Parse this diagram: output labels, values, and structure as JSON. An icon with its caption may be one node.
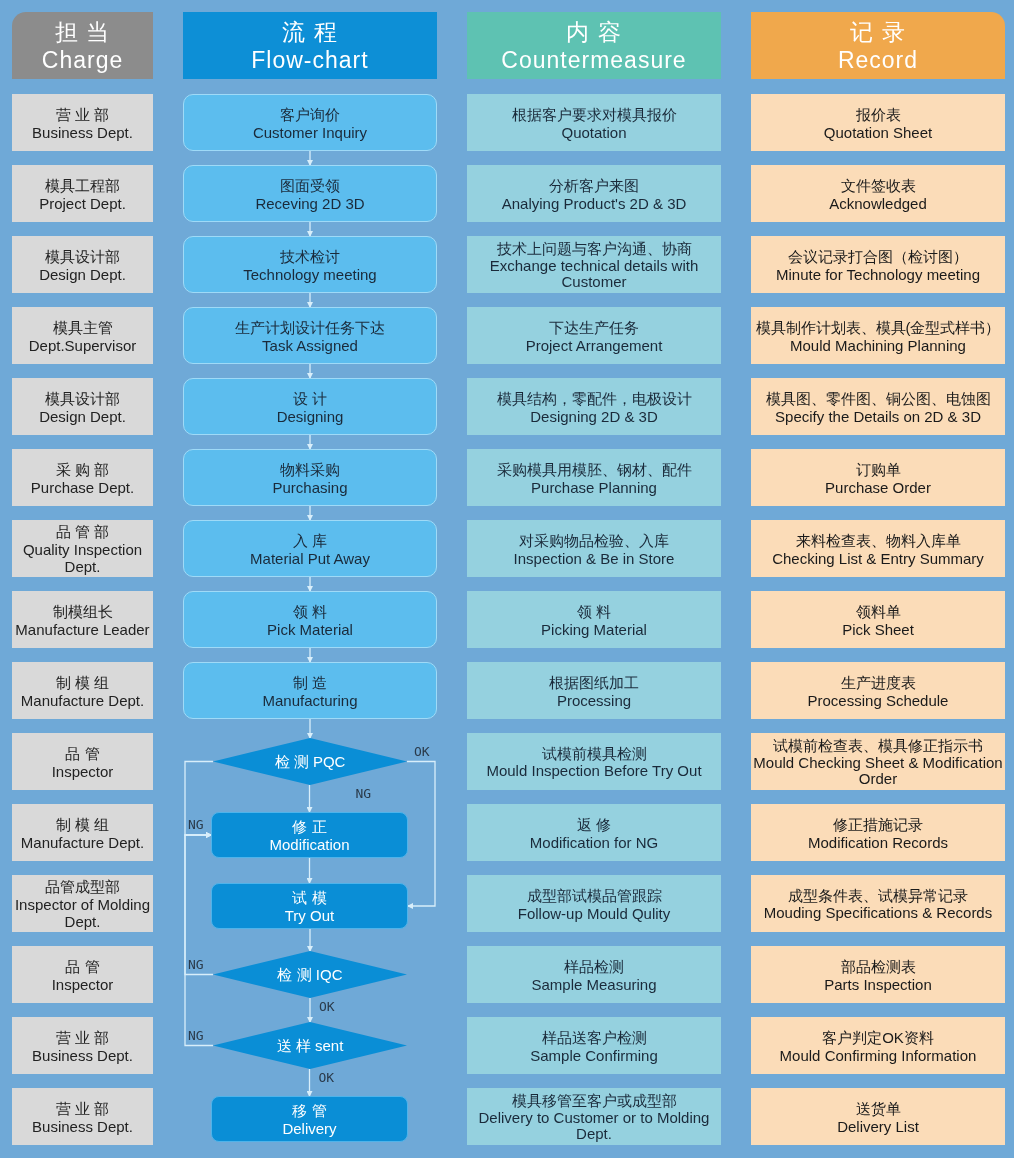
{
  "diagram": {
    "nodes": [
      {
        "text": [
          "担 当",
          "Charge"
        ]
      },
      {
        "text": [
          "流 程",
          "Flow-chart"
        ]
      },
      {
        "text": [
          "内 容",
          "Countermeasure"
        ]
      },
      {
        "text": [
          "记 录",
          "Record"
        ]
      },
      {
        "text": [
          "营 业 部",
          "Business Dept."
        ]
      },
      {
        "text": [
          "客户询价",
          "Customer Inquiry"
        ]
      },
      {
        "text": [
          "根据客户要求对模具报价",
          "Quotation"
        ]
      },
      {
        "text": [
          "报价表",
          "Quotation Sheet"
        ]
      },
      {
        "text": [
          "模具工程部",
          "Project Dept."
        ]
      },
      {
        "text": [
          "图面受领",
          "Receving 2D 3D"
        ]
      },
      {
        "text": [
          "分析客户来图",
          "Analying Product's 2D & 3D"
        ]
      },
      {
        "text": [
          "文件签收表",
          "Acknowledged"
        ]
      },
      {
        "text": [
          "模具设计部",
          "Design Dept."
        ]
      },
      {
        "text": [
          "技术检讨",
          "Technology meeting"
        ]
      },
      {
        "text": [
          "技术上问题与客户沟通、协商",
          "Exchange technical details with Customer"
        ]
      },
      {
        "text": [
          "会议记录打合图（检讨图）",
          "Minute for Technology meeting"
        ]
      },
      {
        "text": [
          "模具主管",
          "Dept.Supervisor"
        ]
      },
      {
        "text": [
          "生产计划设计任务下达",
          "Task Assigned"
        ]
      },
      {
        "text": [
          "下达生产任务",
          "Project Arrangement"
        ]
      },
      {
        "text": [
          "模具制作计划表、模具(金型式样书）",
          "Mould Machining Planning"
        ]
      },
      {
        "text": [
          "模具设计部",
          "Design Dept."
        ]
      },
      {
        "text": [
          "设 计",
          "Designing"
        ]
      },
      {
        "text": [
          "模具结构，零配件，电极设计",
          "Designing 2D & 3D"
        ]
      },
      {
        "text": [
          "模具图、零件图、铜公图、电蚀图",
          "Specify the Details on 2D & 3D"
        ]
      },
      {
        "text": [
          "采 购 部",
          "Purchase Dept."
        ]
      },
      {
        "text": [
          "物料采购",
          "Purchasing"
        ]
      },
      {
        "text": [
          "采购模具用模胚、钢材、配件",
          "Purchase Planning"
        ]
      },
      {
        "text": [
          "订购单",
          "Purchase Order"
        ]
      },
      {
        "text": [
          "品 管 部",
          "Quality Inspection Dept."
        ]
      },
      {
        "text": [
          "入 库",
          "Material Put Away"
        ]
      },
      {
        "text": [
          "对采购物品检验、入库",
          "Inspection & Be in Store"
        ]
      },
      {
        "text": [
          "来料检查表、物料入库单",
          "Checking List & Entry Summary"
        ]
      },
      {
        "text": [
          "制模组长",
          "Manufacture Leader"
        ]
      },
      {
        "text": [
          "领 料",
          "Pick Material"
        ]
      },
      {
        "text": [
          "领 料",
          "Picking Material"
        ]
      },
      {
        "text": [
          "领料单",
          "Pick Sheet"
        ]
      },
      {
        "text": [
          "制 模 组",
          "Manufacture Dept."
        ]
      },
      {
        "text": [
          "制 造",
          "Manufacturing"
        ]
      },
      {
        "text": [
          "根据图纸加工",
          "Processing"
        ]
      },
      {
        "text": [
          "生产进度表",
          "Processing Schedule"
        ]
      },
      {
        "text": [
          "品 管",
          "Inspector"
        ]
      },
      {
        "text": [
          "检 测 PQC"
        ]
      },
      {
        "text": [
          "试模前模具检测",
          "Mould Inspection Before Try Out"
        ]
      },
      {
        "text": [
          "试模前检查表、模具修正指示书",
          "Mould Checking Sheet & Modification Order"
        ]
      },
      {
        "text": [
          "制 模 组",
          "Manufacture Dept."
        ]
      },
      {
        "text": [
          "修 正",
          "Modification"
        ]
      },
      {
        "text": [
          "返 修",
          "Modification for NG"
        ]
      },
      {
        "text": [
          "修正措施记录",
          "Modification Records"
        ]
      },
      {
        "text": [
          "品管成型部",
          "Inspector of Molding Dept."
        ]
      },
      {
        "text": [
          "试 模",
          "Try Out"
        ]
      },
      {
        "text": [
          "成型部试模品管跟踪",
          "Follow-up Mould Qulity"
        ]
      },
      {
        "text": [
          "成型条件表、试模异常记录",
          "Mouding Specifications & Records"
        ]
      },
      {
        "text": [
          "品 管",
          "Inspector"
        ]
      },
      {
        "text": [
          "检 测 IQC"
        ]
      },
      {
        "text": [
          "样品检测",
          "Sample Measuring"
        ]
      },
      {
        "text": [
          "部品检测表",
          "Parts Inspection"
        ]
      },
      {
        "text": [
          "营 业 部",
          "Business Dept."
        ]
      },
      {
        "text": [
          "送 样 sent"
        ]
      },
      {
        "text": [
          "样品送客户检测",
          "Sample Confirming"
        ]
      },
      {
        "text": [
          "客户判定OK资料",
          "Mould Confirming Information"
        ]
      },
      {
        "text": [
          "营 业 部",
          "Business Dept."
        ]
      },
      {
        "text": [
          "移 管",
          "Delivery"
        ]
      },
      {
        "text": [
          "模具移管至客户或成型部",
          "Delivery to Customer or to Molding Dept."
        ]
      },
      {
        "text": [
          "送货单",
          "Delivery List"
        ]
      }
    ],
    "edges": [
      {
        "from": 5,
        "to": 9,
        "arrow": "to"
      },
      {
        "from": 9,
        "to": 13,
        "arrow": "to"
      },
      {
        "from": 13,
        "to": 17,
        "arrow": "to"
      },
      {
        "from": 17,
        "to": 21,
        "arrow": "to"
      },
      {
        "from": 21,
        "to": 25,
        "arrow": "to"
      },
      {
        "from": 25,
        "to": 29,
        "arrow": "to"
      },
      {
        "from": 29,
        "to": 33,
        "arrow": "to"
      },
      {
        "from": 33,
        "to": 37,
        "arrow": "to"
      },
      {
        "from": 37,
        "to": 41,
        "arrow": "to"
      },
      {
        "from": 41,
        "to": 45,
        "arrow": "to",
        "label": "NG"
      },
      {
        "from": 41,
        "to": 49,
        "arrow": "to",
        "label": "OK"
      },
      {
        "from": 45,
        "to": 49,
        "arrow": "to"
      },
      {
        "from": 49,
        "to": 53,
        "arrow": "to"
      },
      {
        "from": 53,
        "to": 57,
        "arrow": "to",
        "label": "OK"
      },
      {
        "from": 57,
        "to": 61,
        "arrow": "to",
        "label": "OK"
      },
      {
        "from": 53,
        "to": 45,
        "arrow": "to",
        "label": "NG"
      },
      {
        "from": 57,
        "to": 45,
        "arrow": "to",
        "label": "NG"
      },
      {
        "from": 41,
        "to": 45,
        "arrow": "to",
        "label": "NG"
      }
    ]
  }
}
